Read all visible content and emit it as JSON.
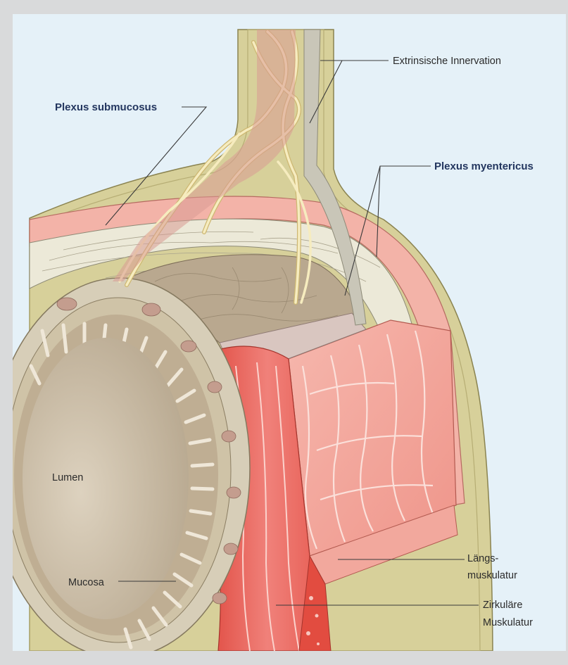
{
  "labels": {
    "extrinsic": "Extrinsische Innervation",
    "submucosus": "Plexus submucosus",
    "myentericus": "Plexus myentericus",
    "lumen": "Lumen",
    "mucosa": "Mucosa",
    "laengs_1": "Längs-",
    "laengs_2": "muskulatur",
    "zirk_1": "Zirkuläre",
    "zirk_2": "Muskulatur"
  },
  "colors": {
    "frame": "#d9dadb",
    "background": "#e5f1f8",
    "serosa": "#d7d09a",
    "longitudinal_muscle": "#f0a49a",
    "circular_muscle": "#e86a5e",
    "submucosa": "#ebe8d8",
    "mucosa": "#c6b7a0",
    "nerve": "#f3e6a6",
    "label_bold": "#23365f"
  }
}
